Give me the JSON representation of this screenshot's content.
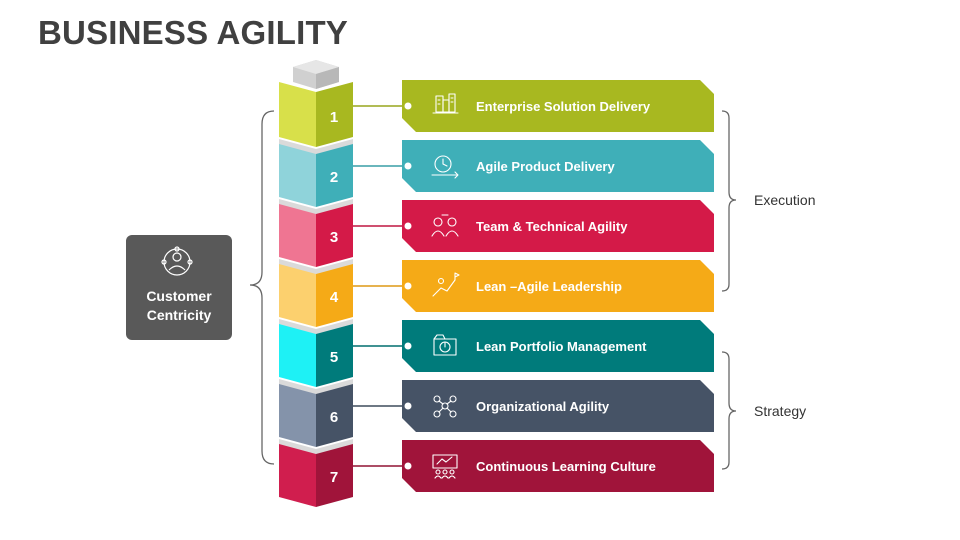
{
  "title": "BUSINESS AGILITY",
  "center": {
    "label_line1": "Customer",
    "label_line2": "Centricity",
    "icon": "customer-icon",
    "color": "#595959"
  },
  "items": [
    {
      "number": "1",
      "label": "Enterprise Solution Delivery",
      "icon": "buildings-icon",
      "color": "#A8B820",
      "cube_color": "#D8E04A",
      "group": "execution"
    },
    {
      "number": "2",
      "label": "Agile Product Delivery",
      "icon": "delivery-clock-icon",
      "color": "#3FAFB8",
      "cube_color": "#8FD3DA",
      "group": "execution"
    },
    {
      "number": "3",
      "label": "Team & Technical Agility",
      "icon": "team-icon",
      "color": "#D41A48",
      "cube_color": "#EF7592",
      "group": "execution"
    },
    {
      "number": "4",
      "label": "Lean –Agile Leadership",
      "icon": "leadership-climb-icon",
      "color": "#F5AA17",
      "cube_color": "#FCD06E",
      "group": "execution"
    },
    {
      "number": "5",
      "label": "Lean Portfolio Management",
      "icon": "portfolio-folder-icon",
      "color": "#007B7B",
      "cube_color": "#1EF1F5",
      "group": "strategy"
    },
    {
      "number": "6",
      "label": "Organizational Agility",
      "icon": "org-network-icon",
      "color": "#465366",
      "cube_color": "#8493AA",
      "group": "strategy"
    },
    {
      "number": "7",
      "label": "Continuous Learning Culture",
      "icon": "presentation-board-icon",
      "color": "#A0143A",
      "cube_color": "#D01E4E",
      "group": "strategy"
    }
  ],
  "groups": [
    {
      "id": "execution",
      "label": "Execution"
    },
    {
      "id": "strategy",
      "label": "Strategy"
    }
  ]
}
